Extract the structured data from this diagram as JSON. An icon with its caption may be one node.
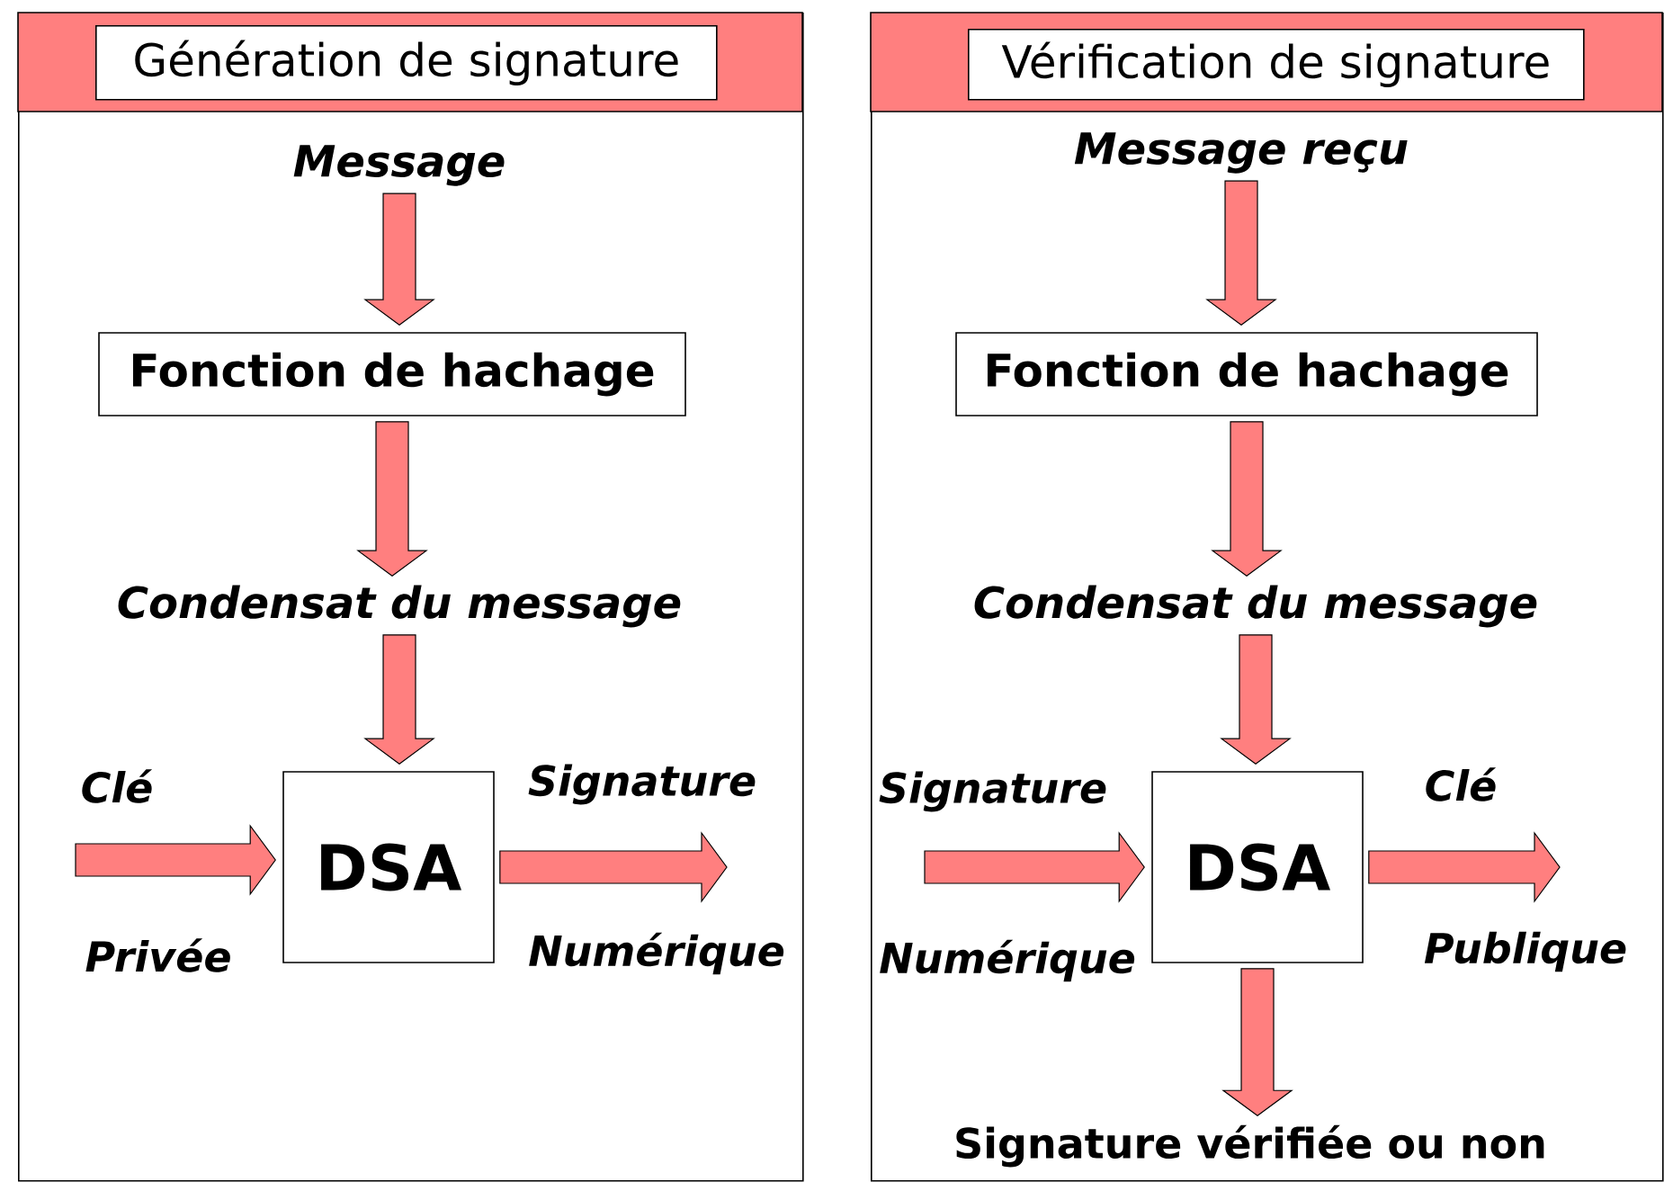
{
  "diagram": {
    "nodes": [
      {
        "text": [],
        "shape": "box"
      },
      {
        "text": [
          "Génération de signature"
        ],
        "in": 0
      },
      {
        "text": [
          "Message"
        ],
        "in": 0
      },
      {
        "text": [
          "Fonction de hachage"
        ],
        "in": 0
      },
      {
        "text": [
          "Condensat du message"
        ],
        "in": 0
      },
      {
        "text": [
          "DSA"
        ],
        "in": 0
      },
      {
        "text": [],
        "shape": "box"
      },
      {
        "text": [
          "Vérification de signature"
        ],
        "in": 6
      },
      {
        "text": [
          "Message reçu"
        ],
        "in": 6
      },
      {
        "text": [
          "Fonction de hachage"
        ],
        "in": 6
      },
      {
        "text": [
          "Condensat du message"
        ],
        "in": 6
      },
      {
        "text": [
          "DSA"
        ],
        "in": 6
      },
      {
        "text": [
          "Signature vérifiée ou non"
        ],
        "in": 6
      }
    ],
    "edges": [
      {
        "from": 2,
        "to": 3,
        "arrow": "to"
      },
      {
        "from": 3,
        "to": 4,
        "arrow": "to"
      },
      {
        "from": 4,
        "to": 5,
        "arrow": "to"
      },
      {
        "from": null,
        "to": 5,
        "arrow": "to"
      },
      {
        "from": 5,
        "to": null,
        "arrow": "to"
      },
      {
        "from": 8,
        "to": 9,
        "arrow": "to"
      },
      {
        "from": 9,
        "to": 10,
        "arrow": "to"
      },
      {
        "from": 10,
        "to": 11,
        "arrow": "to"
      },
      {
        "from": null,
        "to": 11,
        "arrow": "to"
      },
      {
        "from": 11,
        "to": null,
        "arrow": "to"
      },
      {
        "from": 11,
        "to": 12,
        "arrow": "to"
      }
    ],
    "labels": [
      "Clé",
      "Privée",
      "Signature",
      "Numérique",
      "Signature",
      "Numérique",
      "Clé",
      "Publique"
    ]
  }
}
